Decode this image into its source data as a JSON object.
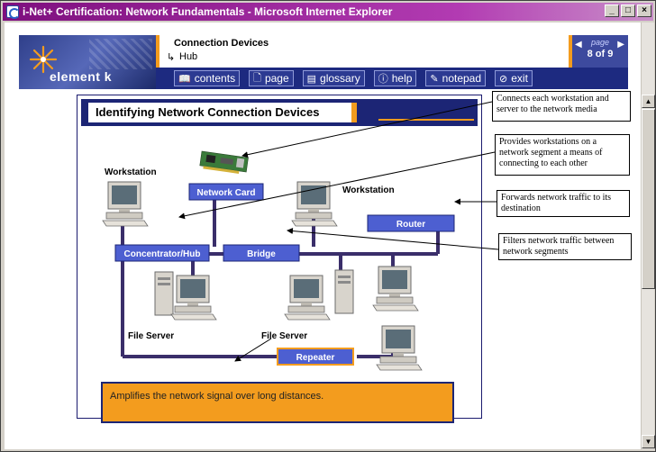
{
  "window": {
    "title": "i-Net+ Certification: Network Fundamentals - Microsoft Internet Explorer",
    "min_label": "_",
    "max_label": "□",
    "close_label": "×"
  },
  "banner": {
    "brand": "element k",
    "topic_title": "Connection Devices",
    "topic_sub": "Hub",
    "page_label": "page",
    "page_count": "8 of 9",
    "nav": {
      "contents": "contents",
      "page": "page",
      "glossary": "glossary",
      "help": "help",
      "notepad": "notepad",
      "exit": "exit"
    }
  },
  "slide": {
    "title": "Identifying Network Connection Devices",
    "labels": {
      "workstation_left": "Workstation",
      "workstation_right": "Workstation",
      "network_card": "Network Card",
      "router": "Router",
      "concentrator": "Concentrator/Hub",
      "bridge": "Bridge",
      "file_server_1": "File Server",
      "file_server_2": "File Server",
      "repeater": "Repeater"
    },
    "caption": "Amplifies the network signal over long distances."
  },
  "callouts": {
    "network_card": "Connects each workstation and server to the network media",
    "concentrator": "Provides workstations on a network segment a means of connecting to each other",
    "router": "Forwards network traffic to its destination",
    "bridge": "Filters network traffic between network segments"
  },
  "colors": {
    "title_bar": "#7e0f7e",
    "navy": "#1c2575",
    "device_blue": "#4d5fd1",
    "orange": "#f39c1e",
    "cable": "#3a2e6a"
  }
}
